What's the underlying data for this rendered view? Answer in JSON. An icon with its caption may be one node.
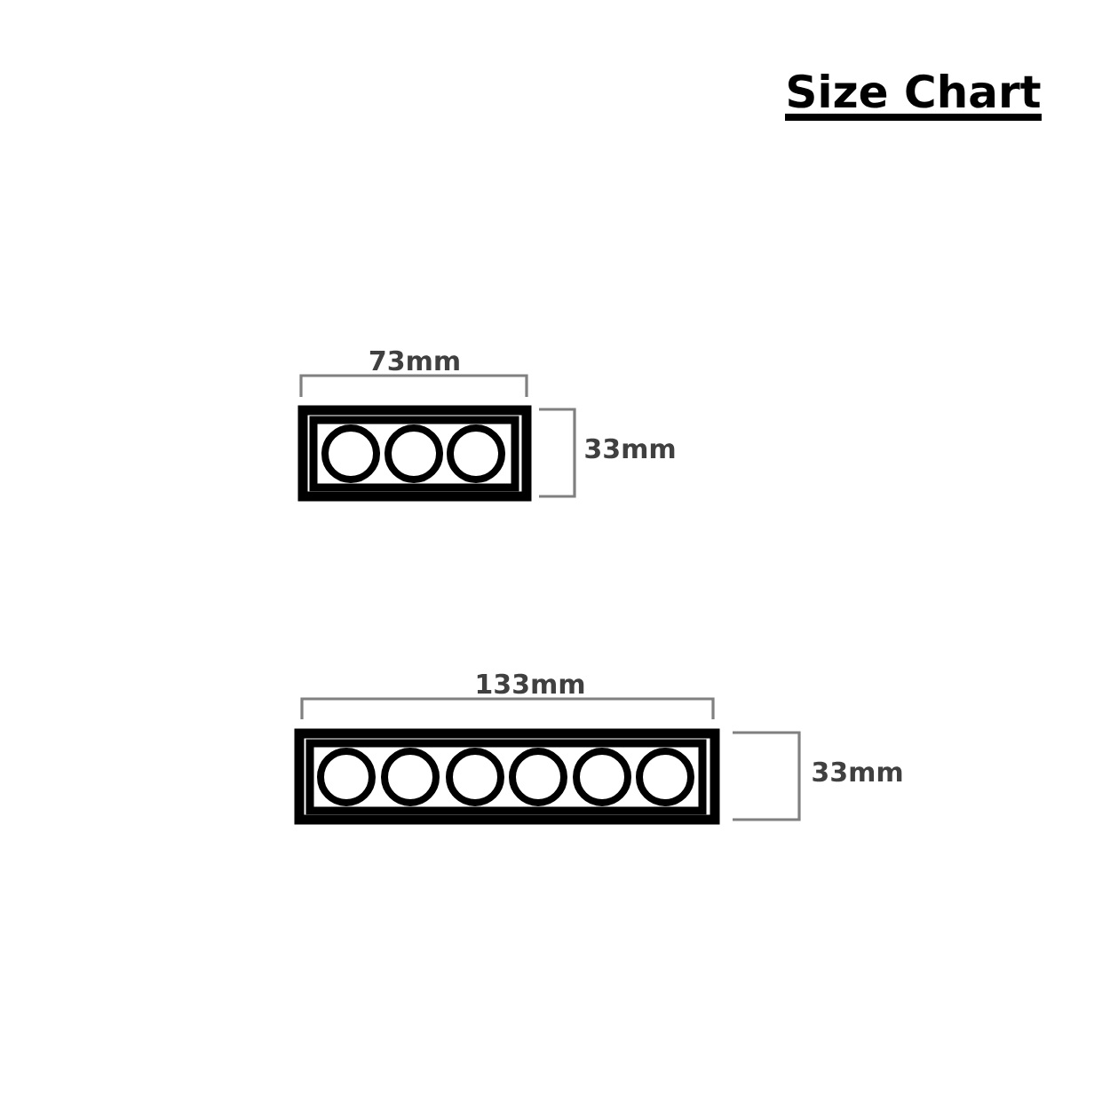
{
  "diagram": {
    "title": "Size Chart",
    "labels": [
      "73mm",
      "33mm",
      "133mm",
      "33mm"
    ]
  }
}
